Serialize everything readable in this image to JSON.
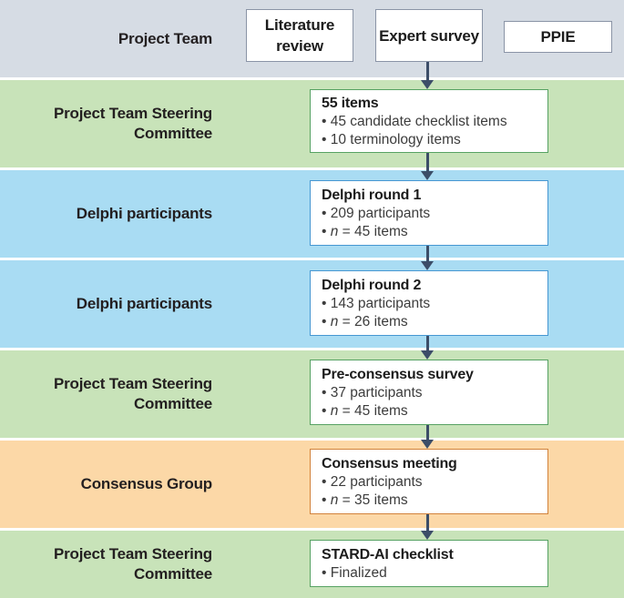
{
  "figure": {
    "colors": {
      "band_gray": "#d6dce4",
      "band_green": "#c8e3b9",
      "band_blue": "#a9dcf3",
      "band_orange": "#fcd8a7",
      "border_gray": "#8a94a6",
      "border_green": "#57a263",
      "border_blue": "#4697d2",
      "border_orange": "#d2823a",
      "arrow": "#3c4d68",
      "label_text": "#231f20"
    },
    "top_band": {
      "label": "Project Team",
      "boxes": [
        {
          "label": "Literature review"
        },
        {
          "label": "Expert survey"
        },
        {
          "label": "PPIE"
        }
      ]
    },
    "rows": [
      {
        "label_line1": "Project Team Steering",
        "label_line2": "Committee",
        "band_color": "green",
        "box": {
          "title": "55 items",
          "bullets": [
            {
              "pre": "• 45 candidate checklist items",
              "it": "",
              "post": ""
            },
            {
              "pre": "• 10 terminology items",
              "it": "",
              "post": ""
            }
          ]
        }
      },
      {
        "label_line1": "Delphi participants",
        "label_line2": "",
        "band_color": "blue",
        "box": {
          "title": "Delphi round 1",
          "bullets": [
            {
              "pre": "• 209 participants",
              "it": "",
              "post": ""
            },
            {
              "pre": "• ",
              "it": "n",
              "post": " = 45 items"
            }
          ]
        }
      },
      {
        "label_line1": "Delphi participants",
        "label_line2": "",
        "band_color": "blue",
        "box": {
          "title": "Delphi round 2",
          "bullets": [
            {
              "pre": "• 143 participants",
              "it": "",
              "post": ""
            },
            {
              "pre": "• ",
              "it": "n",
              "post": " = 26 items"
            }
          ]
        }
      },
      {
        "label_line1": "Project Team Steering",
        "label_line2": "Committee",
        "band_color": "green",
        "box": {
          "title": "Pre-consensus survey",
          "bullets": [
            {
              "pre": "• 37 participants",
              "it": "",
              "post": ""
            },
            {
              "pre": "• ",
              "it": "n",
              "post": " = 45 items"
            }
          ]
        }
      },
      {
        "label_line1": "Consensus Group",
        "label_line2": "",
        "band_color": "orange",
        "box": {
          "title": "Consensus meeting",
          "bullets": [
            {
              "pre": "• 22 participants",
              "it": "",
              "post": ""
            },
            {
              "pre": "• ",
              "it": "n",
              "post": " = 35 items"
            }
          ]
        }
      },
      {
        "label_line1": "Project Team Steering",
        "label_line2": "Committee",
        "band_color": "green",
        "box": {
          "title": "STARD-AI checklist",
          "bullets": [
            {
              "pre": "• Finalized",
              "it": "",
              "post": ""
            }
          ]
        }
      }
    ]
  }
}
